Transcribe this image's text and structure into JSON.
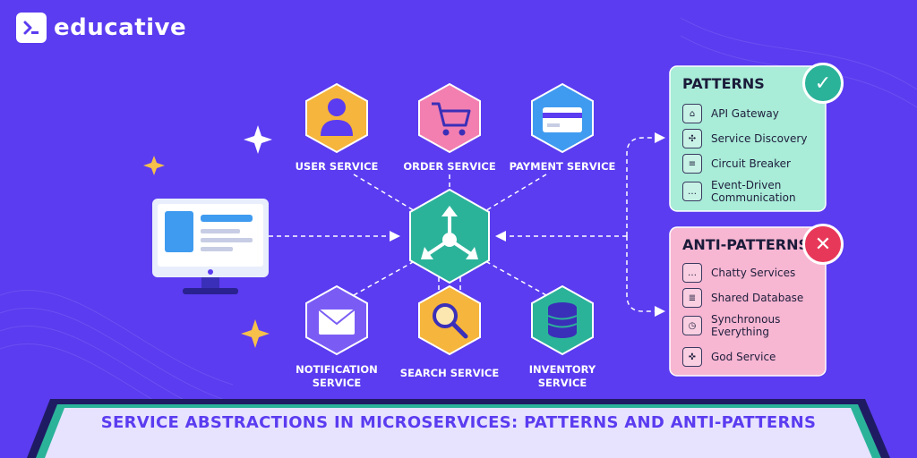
{
  "brand": {
    "name": "educative",
    "logo_icon": "terminal-prompt-icon"
  },
  "services_top": [
    {
      "label": "USER SERVICE",
      "icon": "user-icon",
      "color": "#f6b53c"
    },
    {
      "label": "ORDER SERVICE",
      "icon": "shopping-cart-icon",
      "color": "#f27fb0"
    },
    {
      "label": "PAYMENT SERVICE",
      "icon": "credit-card-icon",
      "color": "#3f9bf0"
    }
  ],
  "services_bottom": [
    {
      "label_line1": "NOTIFICATION",
      "label_line2": "SERVICE",
      "icon": "envelope-icon",
      "color": "#7a5cf5"
    },
    {
      "label_line1": "SEARCH SERVICE",
      "label_line2": "",
      "icon": "magnifier-icon",
      "color": "#f6b53c"
    },
    {
      "label_line1": "INVENTORY",
      "label_line2": "SERVICE",
      "icon": "database-icon",
      "color": "#2bb39a"
    }
  ],
  "hub": {
    "icon": "gateway-arrows-icon",
    "color": "#2bb39a"
  },
  "client": {
    "icon": "monitor-icon"
  },
  "patterns": {
    "title": "PATTERNS",
    "badge_icon": "checkmark-icon",
    "items": [
      {
        "label": "API Gateway",
        "icon": "gateway-icon"
      },
      {
        "label": "Service Discovery",
        "icon": "network-icon"
      },
      {
        "label": "Circuit Breaker",
        "icon": "document-icon"
      },
      {
        "label_line1": "Event-Driven",
        "label_line2": "Communication",
        "icon": "chat-icon"
      }
    ]
  },
  "anti_patterns": {
    "title": "ANTI-PATTERNS",
    "badge_icon": "cross-icon",
    "items": [
      {
        "label": "Chatty Services",
        "icon": "chat-bubble-icon"
      },
      {
        "label": "Shared Database",
        "icon": "database-icon"
      },
      {
        "label_line1": "Synchronous",
        "label_line2": "Everything",
        "icon": "stopwatch-icon"
      },
      {
        "label": "God Service",
        "icon": "puzzle-icon"
      }
    ]
  },
  "banner": {
    "text": "SERVICE ABSTRACTIONS IN MICROSERVICES: PATTERNS AND ANTI-PATTERNS"
  },
  "colors": {
    "background": "#5b3cf0",
    "patterns_bg": "#a9ecd8",
    "anti_bg": "#f7b6d2",
    "check": "#2bb39a",
    "cross": "#e8385a",
    "banner_bg": "#e7e3ff",
    "banner_edge": "#1f1b63"
  }
}
